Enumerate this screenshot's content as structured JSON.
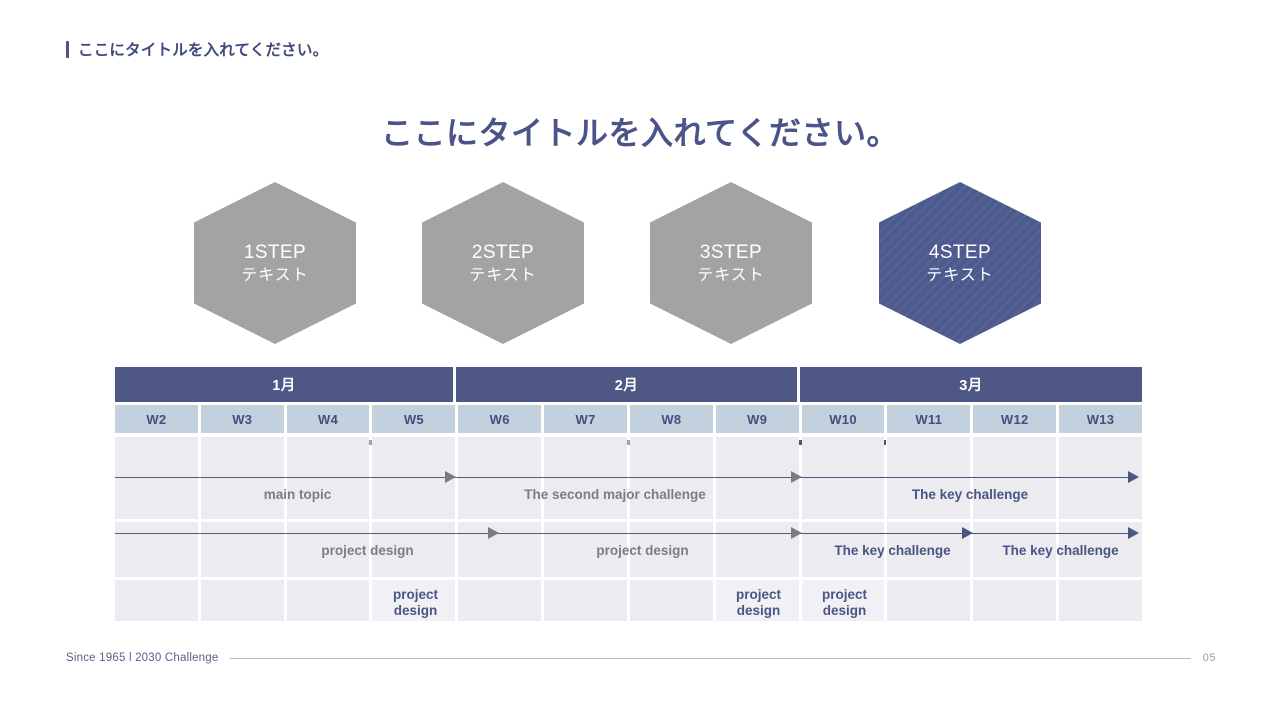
{
  "header": {
    "label": "ここにタイトルを入れてください。"
  },
  "main_title": "ここにタイトルを入れてください。",
  "steps": [
    {
      "step": "1STEP",
      "sub": "テキスト",
      "state": "inactive"
    },
    {
      "step": "2STEP",
      "sub": "テキスト",
      "state": "inactive"
    },
    {
      "step": "3STEP",
      "sub": "テキスト",
      "state": "inactive"
    },
    {
      "step": "4STEP",
      "sub": "テキスト",
      "state": "active"
    }
  ],
  "timeline": {
    "months": [
      {
        "label": "1月",
        "weeks": 4
      },
      {
        "label": "2月",
        "weeks": 4
      },
      {
        "label": "3月",
        "weeks": 4
      }
    ],
    "weeks": [
      "W2",
      "W3",
      "W4",
      "W5",
      "W6",
      "W7",
      "W8",
      "W9",
      "W10",
      "W11",
      "W12",
      "W13"
    ],
    "track_labels": [
      {
        "text": "main topic",
        "tone": "gray"
      },
      {
        "text": "The second major challenge",
        "tone": "gray"
      },
      {
        "text": "The key challenge",
        "tone": "blue"
      },
      {
        "text": "project design",
        "tone": "gray"
      },
      {
        "text": "project design",
        "tone": "gray"
      },
      {
        "text": "The key challenge",
        "tone": "blue"
      },
      {
        "text": "The key challenge",
        "tone": "blue"
      }
    ],
    "boxes": [
      {
        "text": "project\ndesign",
        "week": "W5"
      },
      {
        "text": "project\ndesign",
        "week": "W9"
      },
      {
        "text": "project\ndesign",
        "week": "W10"
      }
    ]
  },
  "footer": {
    "text": "Since 1965  l  2030 Challenge",
    "page": "05"
  },
  "colors": {
    "accent": "#4d5a8e",
    "month_header": "#4f5786",
    "week_header": "#c3d0dd",
    "cell": "#ebebf0",
    "inactive_hex": "#a3a3a3",
    "gray_text": "#7c7c86",
    "blue_text": "#4a5585"
  }
}
